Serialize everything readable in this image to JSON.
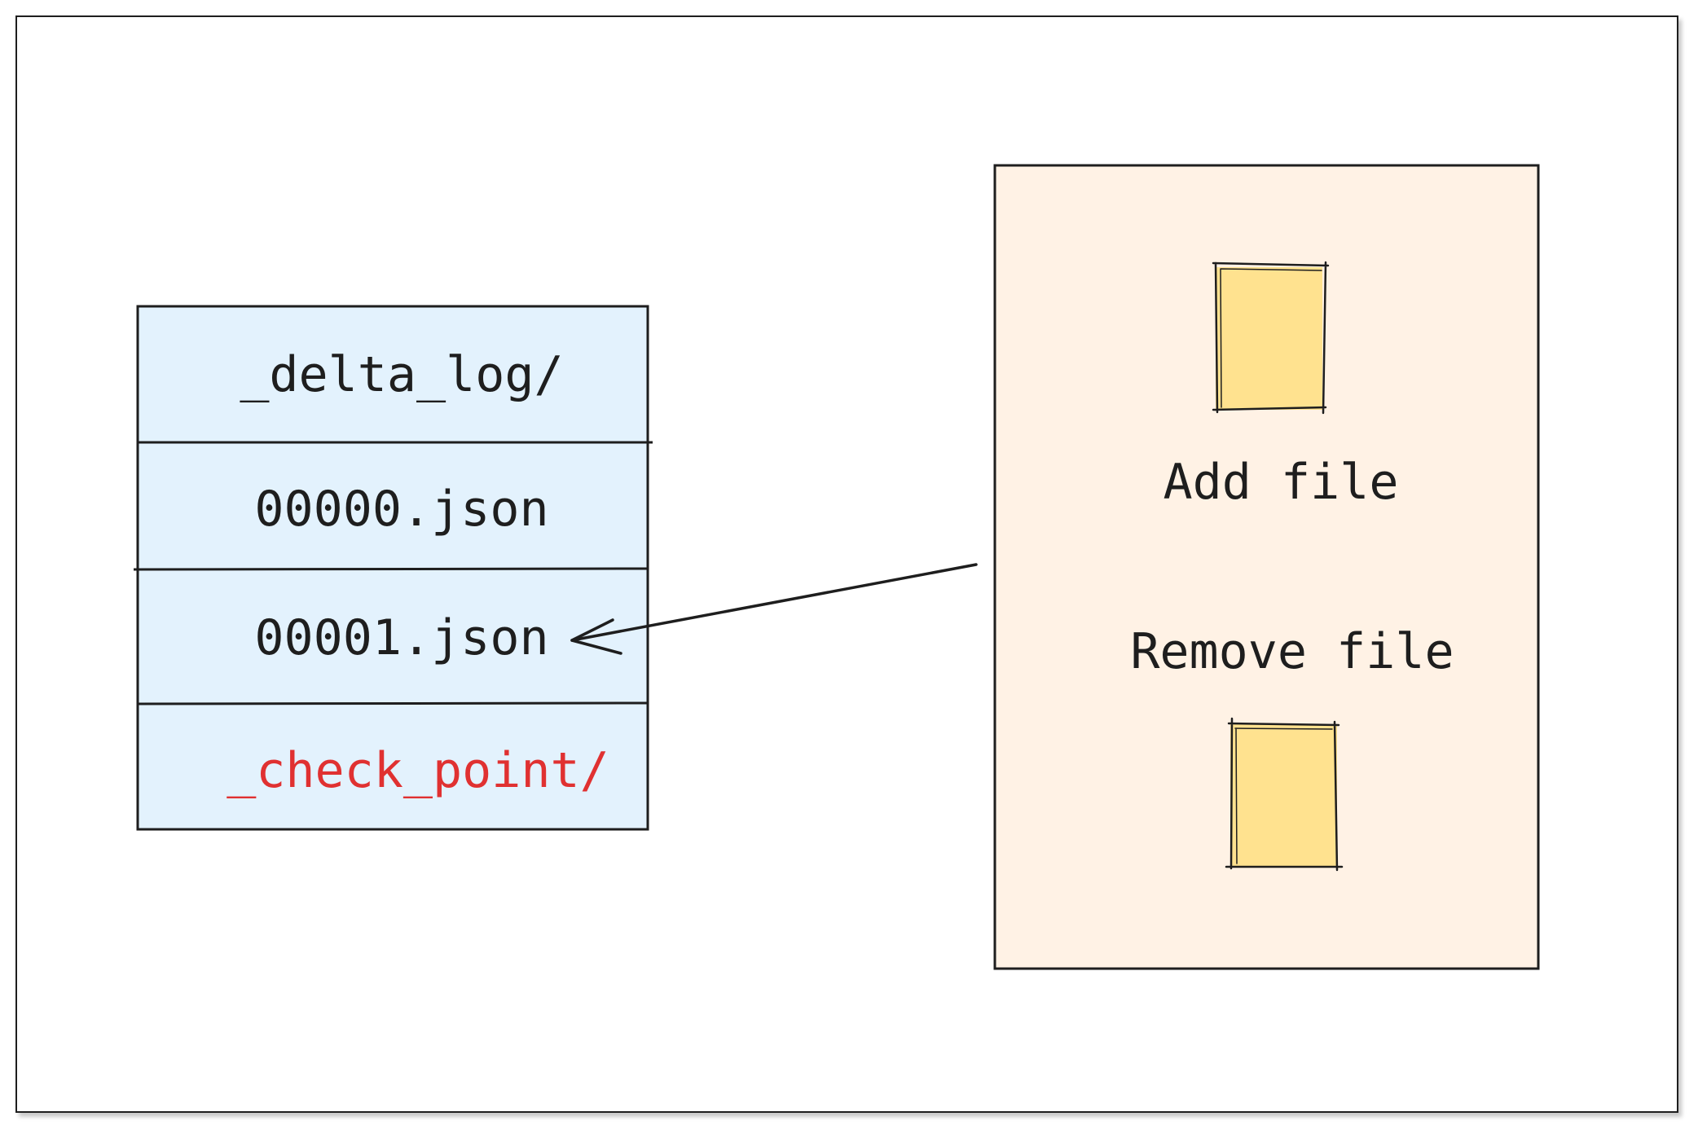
{
  "log_table": {
    "rows": [
      {
        "label": "_delta_log/",
        "color": "#1e1e1e"
      },
      {
        "label": "00000.json",
        "color": "#1e1e1e"
      },
      {
        "label": "00001.json",
        "color": "#1e1e1e"
      },
      {
        "label": "_check_point/",
        "color": "#e03131"
      }
    ],
    "fill": "#e3f2fd",
    "stroke": "#1e1e1e"
  },
  "commit_box": {
    "add_label": "Add file",
    "remove_label": "Remove file",
    "fill": "#fff2e5",
    "file_fill": "#ffe28f",
    "stroke": "#1e1e1e"
  }
}
